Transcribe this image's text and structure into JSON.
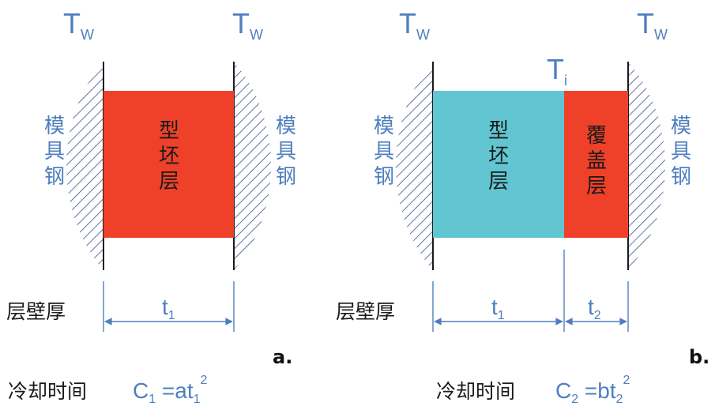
{
  "colors": {
    "mold_hatch": "#3e4f8f",
    "label_blue": "#4f7fbf",
    "base_red": "#ef4129",
    "base_cyan": "#62c6d2",
    "cover_red": "#ef4129",
    "dim_blue": "#4f7fbf"
  },
  "panel_a": {
    "tw_left": "T",
    "tw_left_sub": "W",
    "tw_right": "T",
    "tw_right_sub": "W",
    "mold_left": [
      "模",
      "具",
      "钢"
    ],
    "mold_right": [
      "模",
      "具",
      "钢"
    ],
    "layer": [
      "型",
      "坯",
      "层"
    ],
    "wall_label": "层壁厚",
    "dim_t": "t",
    "dim_t_sub": "1",
    "panel_letter": "a.",
    "cool_label": "冷却时间",
    "formula_c": "C",
    "formula_c_sub": "1",
    "formula_eq": " =at",
    "formula_t_sub": "1",
    "formula_sup": "2"
  },
  "panel_b": {
    "tw_left": "T",
    "tw_left_sub": "W",
    "ti": "T",
    "ti_sub": "i",
    "tw_right": "T",
    "tw_right_sub": "W",
    "mold_left": [
      "模",
      "具",
      "钢"
    ],
    "mold_right": [
      "模",
      "具",
      "钢"
    ],
    "base_layer": [
      "型",
      "坯",
      "层"
    ],
    "cover_layer": [
      "覆",
      "盖",
      "层"
    ],
    "wall_label": "层壁厚",
    "dim_t1": "t",
    "dim_t1_sub": "1",
    "dim_t2": "t",
    "dim_t2_sub": "2",
    "panel_letter": "b.",
    "cool_label": "冷却时间",
    "formula_c": "C",
    "formula_c_sub": "2",
    "formula_eq": " =bt",
    "formula_t_sub": "2",
    "formula_sup": "2"
  }
}
